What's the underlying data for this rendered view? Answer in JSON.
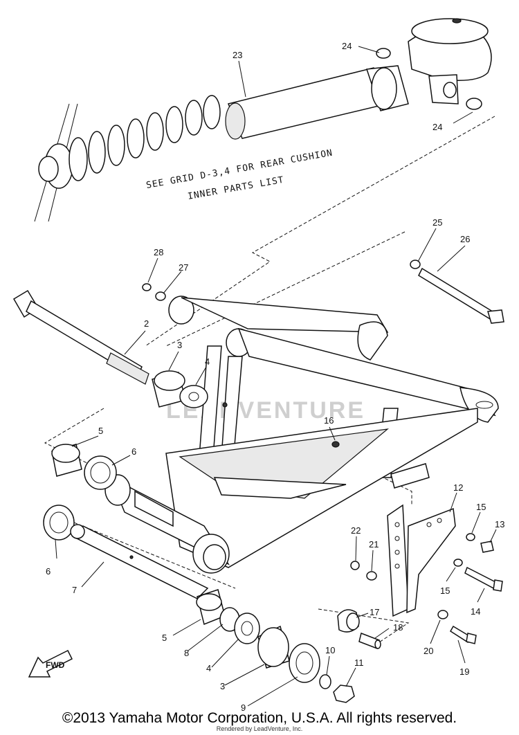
{
  "diagram": {
    "note_lines": [
      "SEE GRID D-3,4 FOR REAR CUSHION",
      "INNER PARTS LIST"
    ],
    "fwd_label": "FWD",
    "watermark": "LEADVENTURE",
    "callouts": [
      "23",
      "24",
      "24",
      "25",
      "26",
      "28",
      "27",
      "2",
      "3",
      "4",
      "5",
      "6",
      "16",
      "12",
      "15",
      "13",
      "22",
      "21",
      "6",
      "7",
      "15",
      "14",
      "17",
      "18",
      "5",
      "8",
      "4",
      "20",
      "19",
      "3",
      "10",
      "11",
      "9"
    ]
  },
  "footer": {
    "copyright": "©2013 Yamaha Motor Corporation, U.S.A. All rights reserved.",
    "rendered_by": "Rendered by LeadVenture, Inc."
  }
}
